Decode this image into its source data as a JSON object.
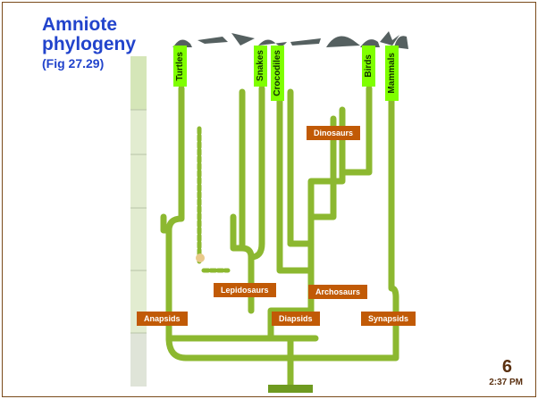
{
  "slide": {
    "title_line1": "Amniote",
    "title_line2": "phylogeny",
    "subtitle": "(Fig 27.29)",
    "page_number": "6",
    "time": "2:37 PM"
  },
  "green_labels": {
    "turtles": "Turtles",
    "snakes": "Snakes",
    "crocodiles": "Crocodiles",
    "birds": "Birds",
    "mammals": "Mammals"
  },
  "clade_labels": {
    "dinosaurs": "Dinosaurs",
    "lepidosaurs": "Lepidosaurs",
    "archosaurs": "Archosaurs",
    "anapsids": "Anapsids",
    "diapsids": "Diapsids",
    "synapsids": "Synapsids"
  },
  "colors": {
    "branch": "#8cb830",
    "branch_dark": "#6e9a20",
    "green_label_bg": "#7fff00",
    "clade_label_bg": "#c15a06",
    "title": "#2244cc",
    "footer": "#5a3010"
  }
}
